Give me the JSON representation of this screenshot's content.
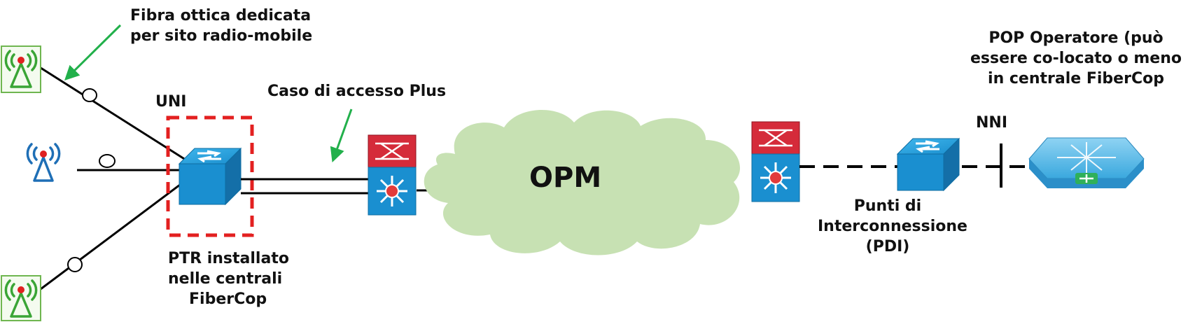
{
  "labels": {
    "fibra": [
      "Fibra ottica dedicata",
      "per sito radio-mobile"
    ],
    "uni": "UNI",
    "caso": "Caso di accesso Plus",
    "opm": "OPM",
    "ptr": [
      "PTR installato",
      "nelle centrali",
      "FiberCop"
    ],
    "punti": [
      "Punti di",
      "Interconnessione",
      "(PDI)"
    ],
    "nni": "NNI",
    "pop": [
      "POP Operatore (può",
      "essere co-locato o meno",
      "in centrale FiberCop"
    ]
  },
  "colors": {
    "arrow_green": "#22b04b",
    "dashed_box": "#e32020",
    "cloud_fill": "#c7e1b3",
    "switch_blue": "#1a8fd0",
    "router_red": "#d52b3a",
    "antenna_green": "#3aa536",
    "antenna_blue": "#1f6fb6"
  },
  "icons": [
    "antenna-icon",
    "switch-icon",
    "router-icon",
    "cloud-icon",
    "pop-router-icon"
  ]
}
